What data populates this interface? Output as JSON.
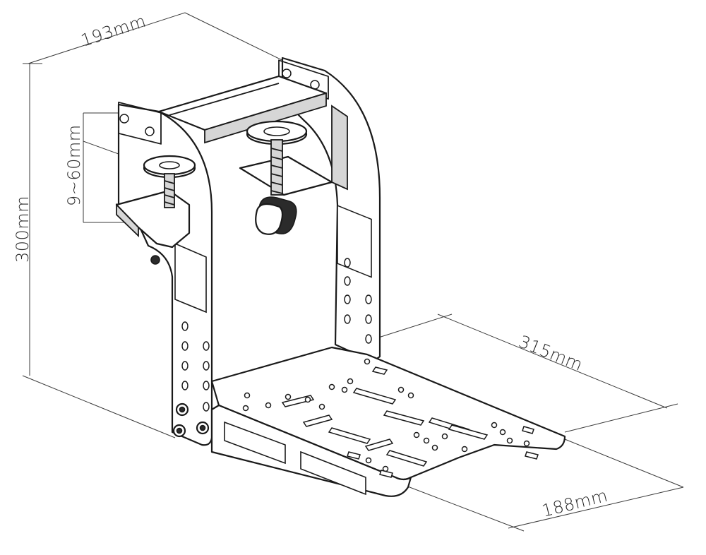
{
  "dimensions": {
    "width_label": "193mm",
    "height_label": "300mm",
    "clamp_range_label": "9~60mm",
    "length_label": "315mm",
    "depth_label": "188mm"
  },
  "colors": {
    "line": "#1a1a1a",
    "background": "#ffffff",
    "shade": "#d6d6d6"
  }
}
